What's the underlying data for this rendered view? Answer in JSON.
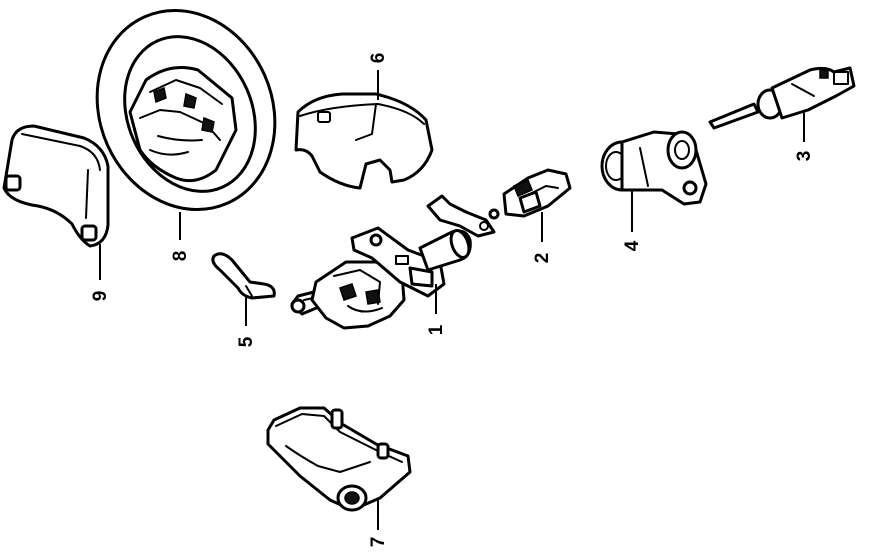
{
  "diagram": {
    "background": "#ffffff",
    "line_color": "#000000",
    "callouts": [
      {
        "id": "1",
        "label": "1"
      },
      {
        "id": "2",
        "label": "2"
      },
      {
        "id": "3",
        "label": "3"
      },
      {
        "id": "4",
        "label": "4"
      },
      {
        "id": "5",
        "label": "5"
      },
      {
        "id": "6",
        "label": "6"
      },
      {
        "id": "7",
        "label": "7"
      },
      {
        "id": "8",
        "label": "8"
      },
      {
        "id": "9",
        "label": "9"
      }
    ]
  }
}
